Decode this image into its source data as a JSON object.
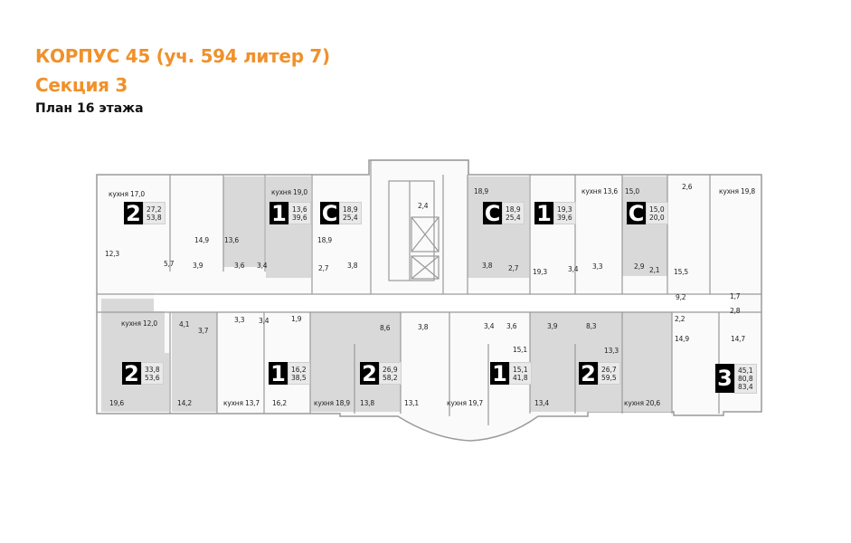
{
  "header": {
    "title": "КОРПУС 45 (уч. 594 литер 7)",
    "section": "Секция 3",
    "floor_plan": "План 16 этажа"
  },
  "colors": {
    "accent": "#f0912a",
    "room_fill_gray": "#d9d9d9",
    "room_fill_light": "#f5f5f5",
    "wall": "#9a9a9a",
    "badge_bg": "#000000"
  },
  "apartments": [
    {
      "type": "2",
      "living": "27,2",
      "total": "53,8"
    },
    {
      "type": "1",
      "living": "13,6",
      "total": "39,6"
    },
    {
      "type": "С",
      "living": "18,9",
      "total": "25,4"
    },
    {
      "type": "С",
      "living": "18,9",
      "total": "25,4"
    },
    {
      "type": "1",
      "living": "19,3",
      "total": "39,6"
    },
    {
      "type": "С",
      "living": "15,0",
      "total": "20,0"
    },
    {
      "type": "2",
      "living": "33,8",
      "total": "53,6"
    },
    {
      "type": "1",
      "living": "16,2",
      "total": "38,5"
    },
    {
      "type": "2",
      "living": "26,9",
      "total": "58,2"
    },
    {
      "type": "1",
      "living": "15,1",
      "total": "41,8"
    },
    {
      "type": "2",
      "living": "26,7",
      "total": "59,5"
    },
    {
      "type": "3",
      "living": "45,1",
      "total": "80,8",
      "total2": "83,4"
    }
  ],
  "rooms": [
    "кухня 17,0",
    "12,3",
    "5,7",
    "3,9",
    "14,9",
    "13,6",
    "3,6",
    "3,4",
    "кухня 19,0",
    "18,9",
    "2,7",
    "3,8",
    "2,4",
    "18,9",
    "3,8",
    "2,7",
    "19,3",
    "3,4",
    "кухня 13,6",
    "3,3",
    "15,0",
    "2,9",
    "2,1",
    "2,6",
    "кухня 19,8",
    "15,5",
    "9,2",
    "1,7",
    "2,8",
    "2,2",
    "14,9",
    "14,7",
    "кухня 12,0",
    "4,1",
    "3,7",
    "3,3",
    "3,4",
    "1,9",
    "19,6",
    "14,2",
    "кухня 13,7",
    "16,2",
    "кухня 18,9",
    "13,8",
    "8,6",
    "3,8",
    "13,1",
    "кухня 19,7",
    "3,4",
    "3,6",
    "15,1",
    "13,4",
    "3,9",
    "8,3",
    "13,3",
    "кухня 20,6"
  ]
}
